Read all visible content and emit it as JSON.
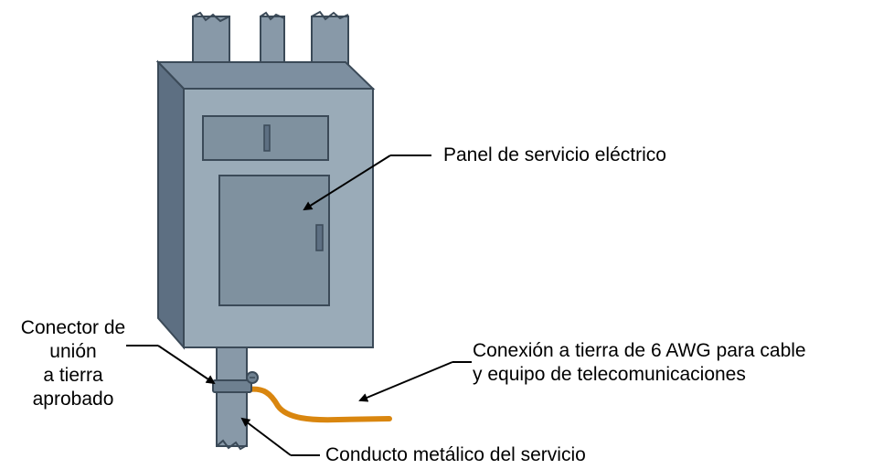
{
  "labels": {
    "panel": "Panel de servicio eléctrico",
    "connector": [
      "Conector de",
      "unión",
      "a tierra",
      "aprobado"
    ],
    "ground_wire": [
      "Conexión a tierra de 6 AWG para cable",
      "y equipo de telecomunicaciones"
    ],
    "conduit": "Conducto metálico del servicio"
  },
  "colors": {
    "panel_front": "#9aabb8",
    "panel_side": "#5d6f82",
    "panel_top": "#7d8fa0",
    "inset": "#7f919f",
    "outline": "#3b4a58",
    "pipe": "#8899a8",
    "ground_wire": "#d9860f"
  }
}
